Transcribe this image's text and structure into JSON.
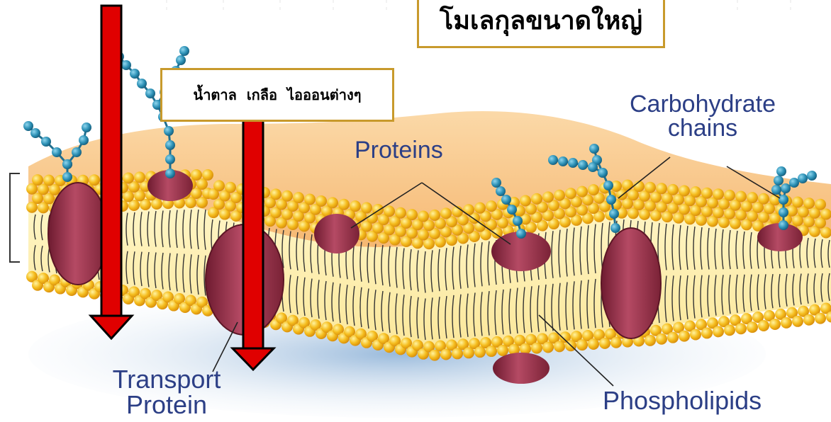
{
  "labels": {
    "transport_protein": [
      "Transport",
      "Protein"
    ],
    "proteins": "Proteins",
    "carbohydrate_chains": [
      "Carbohydrate",
      "chains"
    ],
    "phospholipids": "Phospholipids"
  },
  "annotations": {
    "large_molecules": "โมเลกุลขนาดใหญ่",
    "small_molecules": "น้ำตาล  เกลือ  ไอออนต่างๆ"
  },
  "colors": {
    "arrow": "#e00000",
    "label": "#2c3f86",
    "box_border": "#c89a2c",
    "bead": "#2b8fb4",
    "protein": "#9a2f48",
    "lipid_head": "#f2b21c"
  }
}
